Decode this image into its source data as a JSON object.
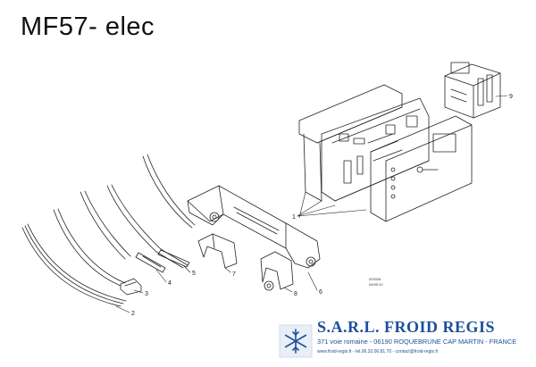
{
  "title": "MF57- elec",
  "callouts": [
    "1",
    "2",
    "3",
    "4",
    "5",
    "6",
    "7",
    "8",
    "9"
  ],
  "ref_code": [
    "029326",
    "04/95 02"
  ],
  "company": {
    "name": "S.A.R.L. FROID REGIS",
    "address": "371 voie romaine - 06190 ROQUEBRUNE CAP MARTIN - FRANCE",
    "contact": "www.froid-regis.fr - tel.06.32.06.81.70 - contact@froid-regis.fr"
  },
  "colors": {
    "brand": "#1d4f9a",
    "line": "#222222"
  },
  "icons": [
    "snowflake-logo-icon"
  ]
}
